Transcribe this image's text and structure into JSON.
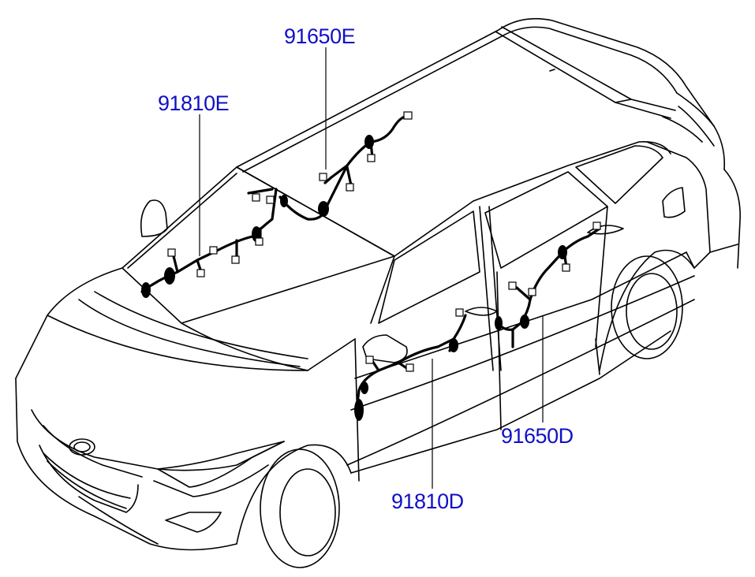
{
  "diagram": {
    "labels": [
      {
        "id": "roof_harness",
        "text": "91650E"
      },
      {
        "id": "front_left_harness",
        "text": "91810E"
      },
      {
        "id": "rear_door_harness",
        "text": "91650D"
      },
      {
        "id": "front_door_harness",
        "text": "91810D"
      }
    ]
  },
  "colors": {
    "label_text": "#1010c8",
    "line_art": "#000000",
    "background": "#ffffff"
  }
}
